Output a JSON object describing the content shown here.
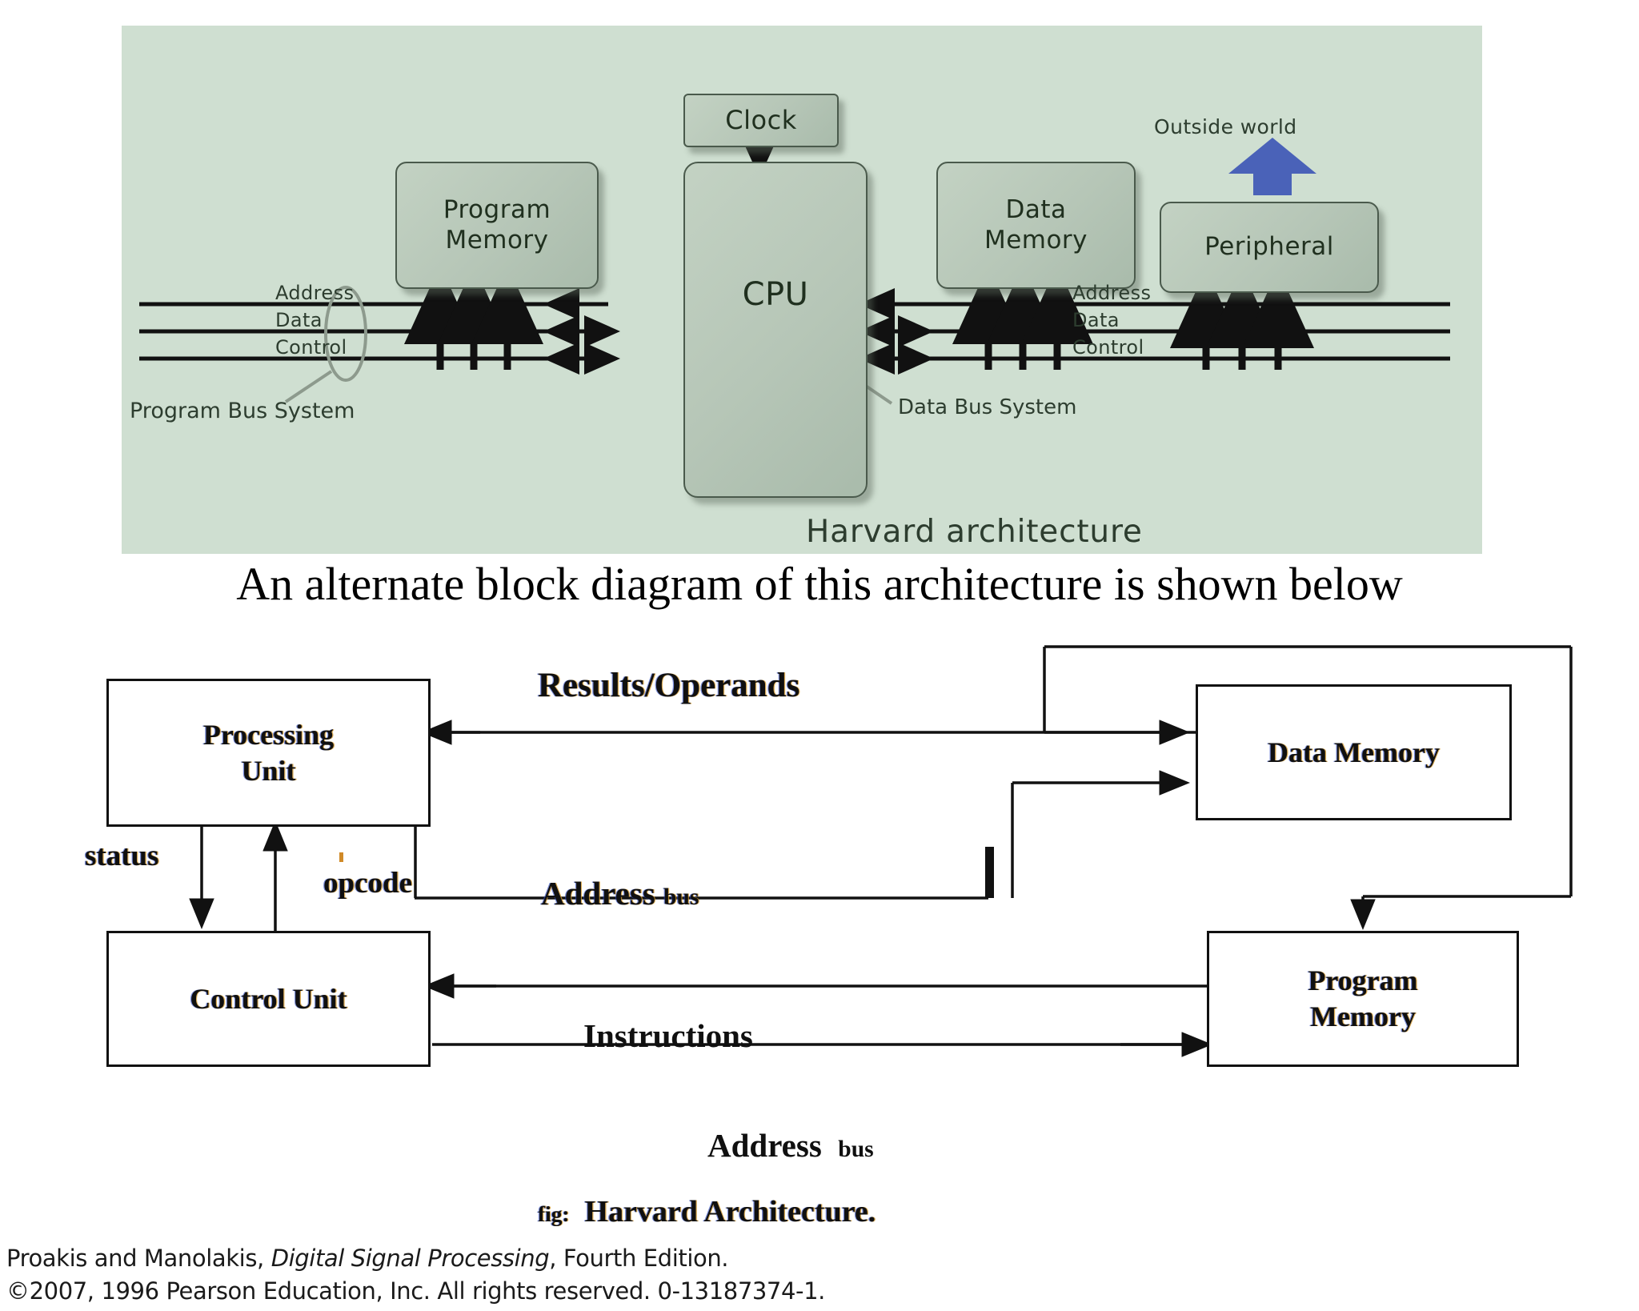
{
  "top_figure": {
    "boxes": {
      "clock": "Clock",
      "program_memory": "Program\nMemory",
      "cpu": "CPU",
      "data_memory": "Data\nMemory",
      "peripheral": "Peripheral"
    },
    "outside_world": "Outside world",
    "left_bus": {
      "address": "Address",
      "data": "Data",
      "control": "Control"
    },
    "right_bus": {
      "address": "Address",
      "data": "Data",
      "control": "Control"
    },
    "program_bus_system": "Program Bus System",
    "data_bus_system": "Data Bus System",
    "caption": "Harvard architecture",
    "colors": {
      "background": "#cfdfd1",
      "box_fill": "#b6c6b7",
      "box_border": "#4a5a4c",
      "arrow": "#111111",
      "outside_world_arrow": "#4a62b8"
    }
  },
  "middle_sentence": "An alternate block diagram of this architecture is shown below",
  "bottom_figure": {
    "boxes": {
      "processing_unit": "Processing\nUnit",
      "control_unit": "Control Unit",
      "data_memory": "Data Memory",
      "program_memory": "Program\nMemory"
    },
    "labels": {
      "results_operands": "Results/Operands",
      "status": "status",
      "opcode": "opcode",
      "address_bus_upper_main": "Address",
      "address_bus_upper_small": "bus",
      "instructions": "Instructions",
      "address_bus_lower_main": "Address",
      "address_bus_lower_small": "bus"
    },
    "caption_prefix": "fig:",
    "caption_text": "Harvard Architecture."
  },
  "footer": {
    "line1_a": "Proakis and Manolakis, ",
    "line1_italic": "Digital Signal Processing",
    "line1_b": ", Fourth Edition.",
    "line2": "©2007, 1996 Pearson Education, Inc.  All rights reserved.  0-13187374-1."
  }
}
